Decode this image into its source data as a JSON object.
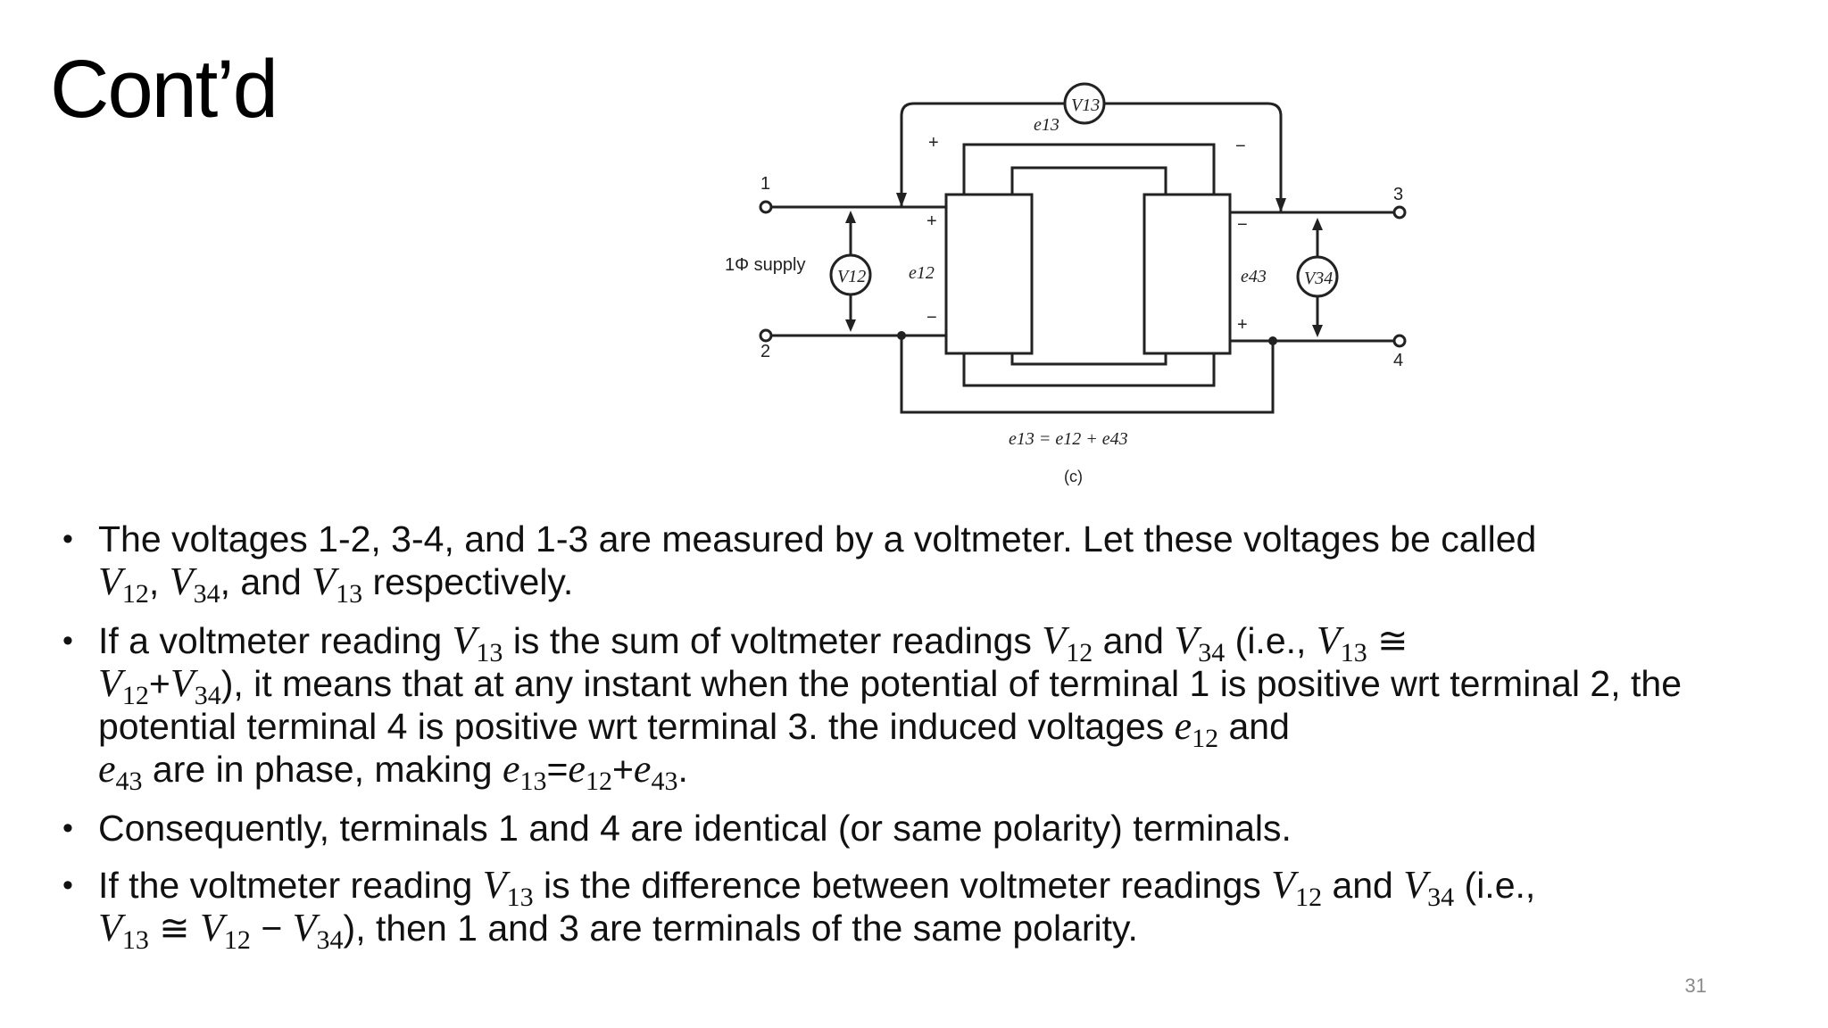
{
  "slide": {
    "title": "Cont’d",
    "page_number": "31"
  },
  "diagram": {
    "terminal_1": "1",
    "terminal_2": "2",
    "terminal_3": "3",
    "terminal_4": "4",
    "supply_label": "1Φ supply",
    "v12_label": "V12",
    "v34_label": "V34",
    "v13_label": "V13",
    "e12_label": "e12",
    "e43_label": "e43",
    "e13_label": "e13",
    "plus": "+",
    "minus": "−",
    "equation": "e13 = e12 + e43",
    "caption": "(c)"
  },
  "bullets": [
    {
      "t1": "The voltages 1-2, 3-4, and 1-3 are measured by a voltmeter. Let these voltages be called",
      "v12": "V",
      "s12": "12",
      "sep1": ", ",
      "v34": "V",
      "s34": "34",
      "sep2": ", and ",
      "v13": "V",
      "s13": "13",
      "t2": " respectively."
    },
    {
      "t1": "If a voltmeter reading ",
      "a": "V",
      "as": "13",
      "t2": " is the sum of voltmeter readings ",
      "b": "V",
      "bs": "12",
      "t3": " and ",
      "c": "V",
      "cs": "34",
      "t4": " (i.e., ",
      "d": "V",
      "ds": "13",
      "t5": " ≅",
      "e": "V",
      "es": "12",
      "t6": "+",
      "f": "V",
      "fs": "34",
      "t7": "), it means that at any instant when the potential of terminal 1  is positive wrt terminal 2, the potential terminal 4 is positive wrt terminal 3. the induced voltages ",
      "g": "e",
      "gs": "12",
      "t8": " and",
      "h": "e",
      "hs": "43",
      "t9": " are in phase, making ",
      "i": "e",
      "is": "13",
      "t10": "=",
      "j": "e",
      "js": "12",
      "t11": "+",
      "k": "e",
      "ks": "43",
      "t12": "."
    },
    {
      "text": "Consequently, terminals 1 and 4 are identical (or same polarity) terminals."
    },
    {
      "t1": "If the voltmeter reading ",
      "a": "V",
      "as": "13",
      "t2": " is the difference between voltmeter readings ",
      "b": "V",
      "bs": "12",
      "t3": " and ",
      "c": "V",
      "cs": "34",
      "t4": " (i.e.,",
      "d": "V",
      "ds": "13",
      "t5": " ≅ ",
      "e": "V",
      "es": "12",
      "t6": " − ",
      "f": "V",
      "fs": "34",
      "t7": "), then 1 and 3 are terminals of the same polarity."
    }
  ]
}
